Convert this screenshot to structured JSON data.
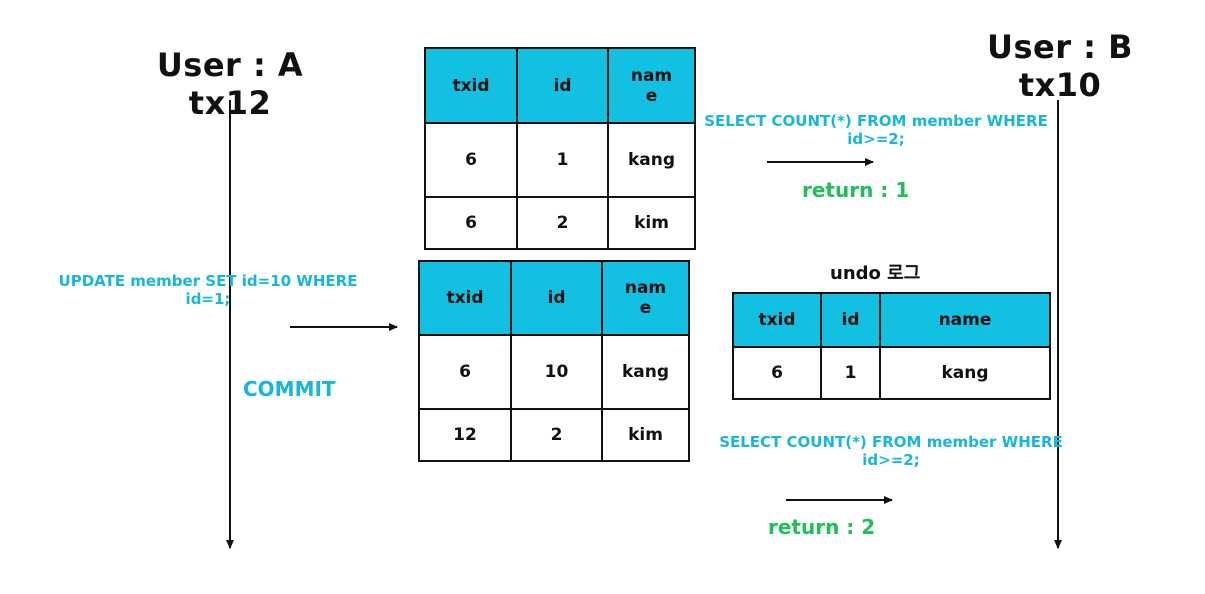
{
  "user_a": {
    "title": "User : A",
    "tx": "tx12"
  },
  "user_b": {
    "title": "User : B",
    "tx": "tx10"
  },
  "table_before": {
    "headers": [
      "txid",
      "id",
      "nam\ne"
    ],
    "rows": [
      [
        "6",
        "1",
        "kang"
      ],
      [
        "6",
        "2",
        "kim"
      ]
    ]
  },
  "table_after": {
    "headers": [
      "txid",
      "id",
      "nam\ne"
    ],
    "rows": [
      [
        "6",
        "10",
        "kang"
      ],
      [
        "12",
        "2",
        "kim"
      ]
    ]
  },
  "undo": {
    "title": "undo 로그",
    "headers": [
      "txid",
      "id",
      "name"
    ],
    "rows": [
      [
        "6",
        "1",
        "kang"
      ]
    ]
  },
  "update_sql": {
    "line1": "UPDATE member SET id=10 WHERE",
    "line2": "id=1;"
  },
  "commit": "COMMIT",
  "select1": {
    "line1": "SELECT COUNT(*) FROM member WHERE",
    "line2": "id>=2;"
  },
  "return1": "return : 1",
  "select2": {
    "line1": "SELECT COUNT(*) FROM member WHERE",
    "line2": "id>=2;"
  },
  "return2": "return : 2",
  "colors": {
    "header": "#12c0e2",
    "sql": "#17b6dc",
    "return": "#1fbf5a"
  }
}
